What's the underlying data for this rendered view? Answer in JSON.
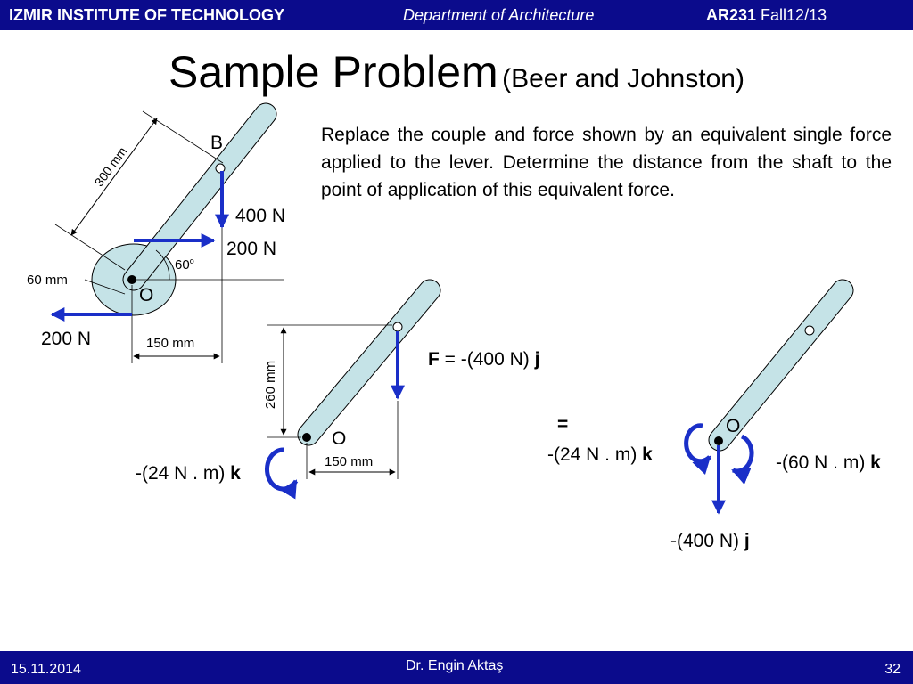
{
  "header": {
    "institution": "IZMIR INSTITUTE OF TECHNOLOGY",
    "department": "Department of Architecture",
    "course_code": "AR231",
    "term": "Fall12/13"
  },
  "title": {
    "main": "Sample Problem",
    "source": "(Beer and Johnston)"
  },
  "problem_statement": "Replace the couple and force shown by an equivalent single force applied to the lever. Determine the distance from the shaft to the point of application of this equivalent force.",
  "fig1": {
    "label_B": "B",
    "label_O": "O",
    "dim_300": "300 mm",
    "force_400": "400 N",
    "force_200_top": "200 N",
    "angle_60": "60",
    "angle_deg": "o",
    "dim_60": "60 mm",
    "force_200_bottom": "200 N",
    "dim_150": "150 mm"
  },
  "fig2": {
    "dim_260": "260 mm",
    "label_O": "O",
    "dim_150": "150 mm",
    "force_symbol": "F",
    "force_value": " = -(400 N) ",
    "force_unit_vector": "j",
    "couple_value": "-(24 N . m) ",
    "couple_unit_vector": "k"
  },
  "equals": "=",
  "fig3": {
    "label_O": "O",
    "couple_left_value": "-(24 N . m) ",
    "couple_left_unit": "k",
    "couple_right_value": "-(60 N . m) ",
    "couple_right_unit": "k",
    "force_value": "-(400 N) ",
    "force_unit": "j"
  },
  "footer": {
    "date": "15.11.2014",
    "author": "Dr. Engin Aktaş",
    "page": "32"
  },
  "colors": {
    "bar": "#0b0b8c",
    "lever_fill": "#c5e3e7",
    "arrow": "#1a2fc8"
  }
}
